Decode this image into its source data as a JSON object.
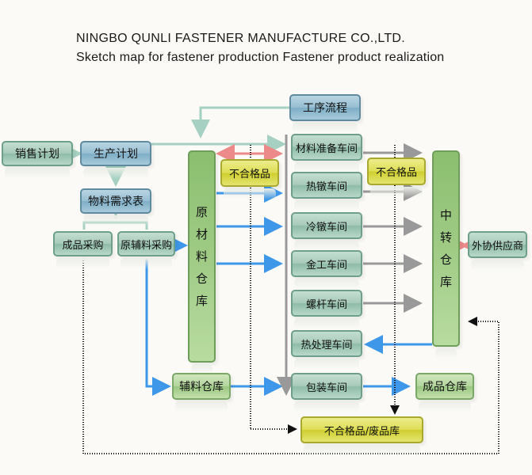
{
  "header": {
    "company": "NINGBO QUNLI FASTENER MANUFACTURE CO.,LTD.",
    "subtitle": "Sketch map for fastener production Fastener product realization"
  },
  "nodes": {
    "sales_plan": "销售计划",
    "production_plan": "生产计划",
    "material_requirements": "物料需求表",
    "finished_purchase": "成品采购",
    "raw_aux_purchase": "原辅料采购",
    "raw_material_warehouse": [
      "原",
      "材",
      "料",
      "仓",
      "库"
    ],
    "process_flow": "工序流程",
    "nonconforming_1": "不合格品",
    "nonconforming_2": "不合格品",
    "material_prep_workshop": "材料准备车间",
    "hot_heading_workshop": "热镦车间",
    "cold_heading_workshop": "冷镦车间",
    "machining_workshop": "金工车间",
    "screw_rod_workshop": "螺杆车间",
    "heat_treatment_workshop": "热处理车间",
    "packing_workshop": "包装车间",
    "transfer_warehouse": [
      "中",
      "转",
      "仓",
      "库"
    ],
    "outsourcing_supplier": "外协供应商",
    "auxiliary_warehouse": "辅料仓库",
    "finished_goods_warehouse": "成品仓库",
    "nonconforming_scrap_warehouse": "不合格品/废品库"
  },
  "colors": {
    "teal_box": "#a8cbbb",
    "blue_box": "#98bfd3",
    "green_box": "#b4d69e",
    "yellow_box": "#dede56",
    "flow_teal": "#a6d1c2",
    "flow_blue": "#3e97e8",
    "flow_gray": "#999999",
    "flow_red": "#ec8a8a"
  }
}
